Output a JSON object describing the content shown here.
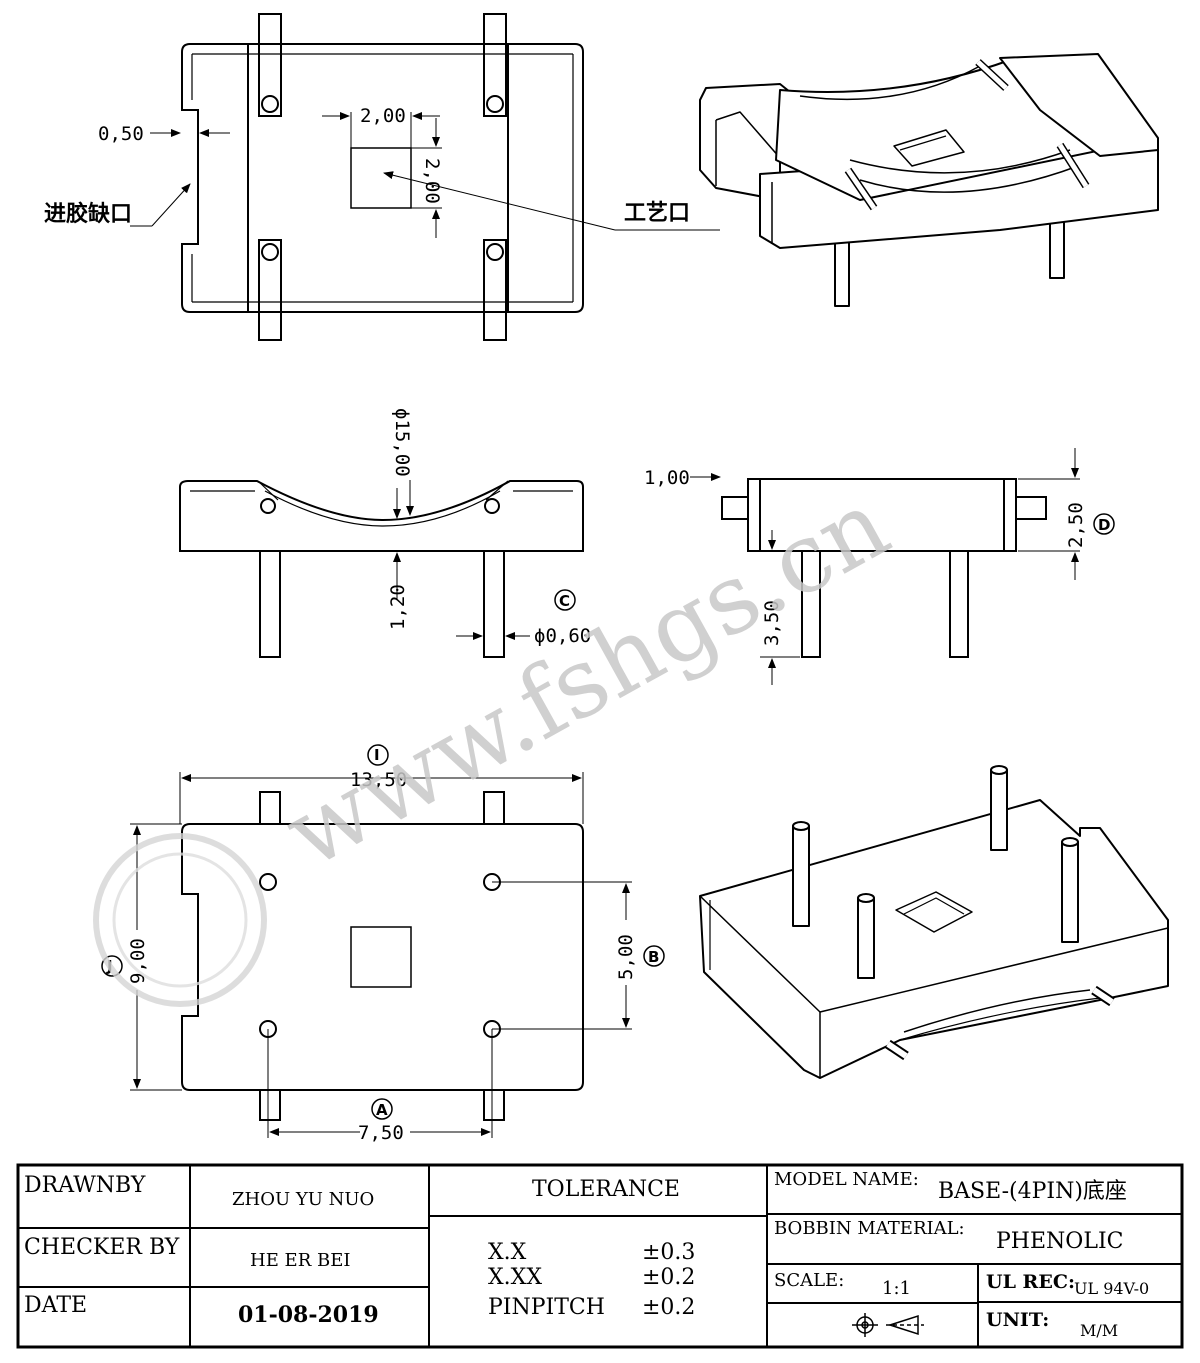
{
  "top_view": {
    "dim_notch": "0,50",
    "dim_hole_w": "2,00",
    "dim_hole_h": "2,00",
    "label_notch": "进胶缺口",
    "label_hole": "工艺口"
  },
  "front_view": {
    "dim_radius": "ϕ15,00",
    "dim_thickness": "1,20",
    "dim_pin_dia": "ϕ0,60",
    "ref_c": "C"
  },
  "side_view": {
    "dim_step": "1,00",
    "dim_height": "2,50",
    "dim_pin_len": "3,50",
    "ref_d": "D"
  },
  "bottom_view": {
    "dim_width": "13,50",
    "ref_i": "I",
    "dim_depth": "9,00",
    "ref_j": "J",
    "dim_pin_y": "5,00",
    "ref_b": "B",
    "dim_pin_x": "7,50",
    "ref_a": "A"
  },
  "watermark": "www.fshgs.cn",
  "title_block": {
    "drawnby_label": "DRAWNBY",
    "drawnby_value": "ZHOU YU NUO",
    "checker_label": "CHECKER BY",
    "checker_value": "HE ER BEI",
    "date_label": "DATE",
    "date_value": "01-08-2019",
    "tolerance_title": "TOLERANCE",
    "tol_rows": [
      {
        "label": "X.X",
        "value": "±0.3"
      },
      {
        "label": "X.XX",
        "value": "±0.2"
      },
      {
        "label": "PINPITCH",
        "value": "±0.2"
      }
    ],
    "model_label": "MODEL NAME:",
    "model_value": "BASE-(4PIN)底座",
    "material_label": "BOBBIN MATERIAL:",
    "material_value": "PHENOLIC",
    "scale_label": "SCALE:",
    "scale_value": "1:1",
    "ul_label": "UL REC:",
    "ul_value": "UL 94V-0",
    "unit_label": "UNIT:",
    "unit_value": "M/M"
  }
}
